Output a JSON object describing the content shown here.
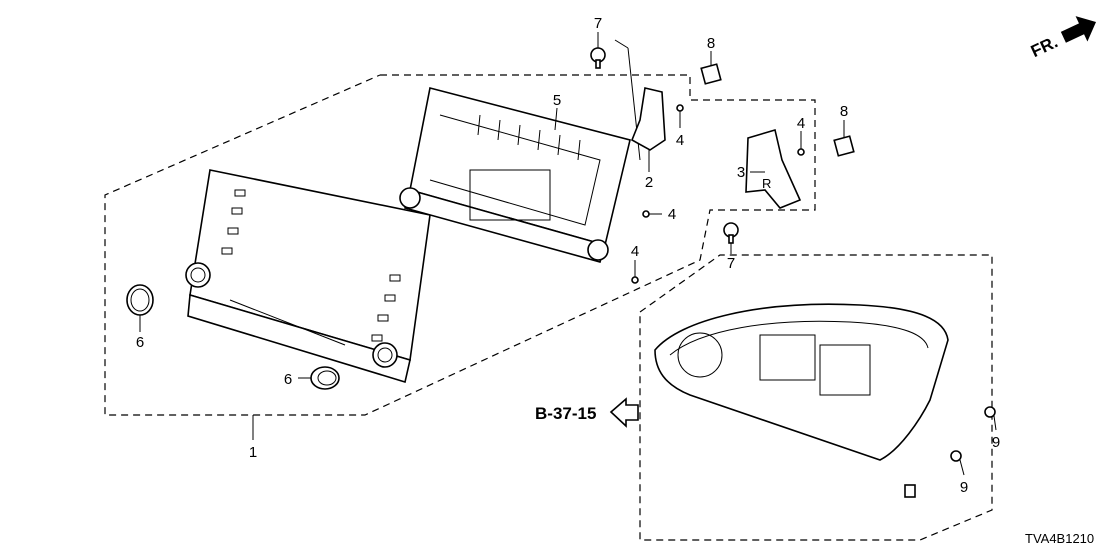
{
  "diagram": {
    "direction_label": "FR.",
    "reference_label": "B-37-15",
    "diagram_code": "TVA4B1210",
    "callouts": {
      "c1": "1",
      "c2": "2",
      "c3": "3",
      "c4a": "4",
      "c4b": "4",
      "c4c": "4",
      "c4d": "4",
      "c5": "5",
      "c6a": "6",
      "c6b": "6",
      "c7a": "7",
      "c7b": "7",
      "c8a": "8",
      "c8b": "8",
      "c9a": "9",
      "c9b": "9"
    }
  }
}
